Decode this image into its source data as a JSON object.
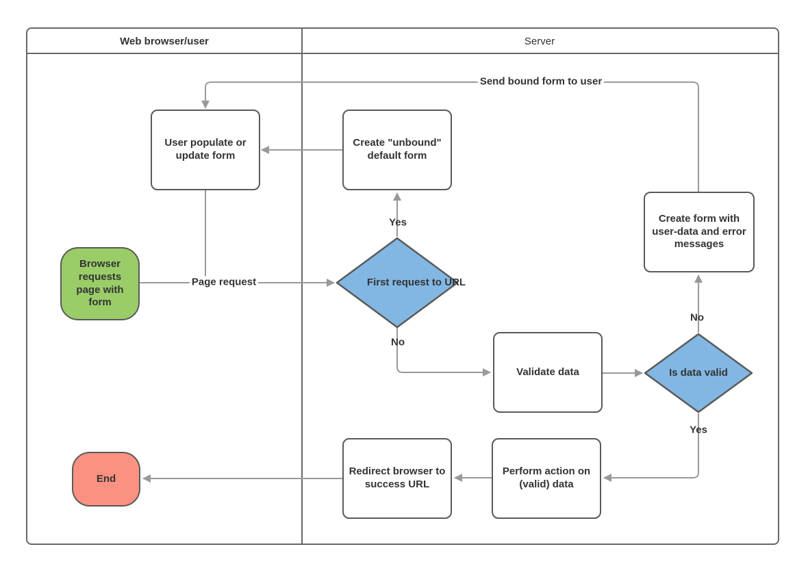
{
  "lanes": {
    "browser": "Web browser/user",
    "server": "Server"
  },
  "nodes": {
    "browser_requests": {
      "type": "terminator-start",
      "label": "Browser requests page with form",
      "fill": "#9ACD68"
    },
    "user_populate": {
      "type": "process",
      "label": "User populate or update form",
      "fill": "#FFFFFF"
    },
    "create_unbound": {
      "type": "process",
      "label": "Create \"unbound\" default form",
      "fill": "#FFFFFF"
    },
    "first_request": {
      "type": "decision",
      "label": "First request to URL",
      "fill": "#83B7E3"
    },
    "validate_data": {
      "type": "process",
      "label": "Validate data",
      "fill": "#FFFFFF"
    },
    "is_data_valid": {
      "type": "decision",
      "label": "Is data valid",
      "fill": "#83B7E3"
    },
    "create_form": {
      "type": "process",
      "label": "Create form with user-data and error messages",
      "fill": "#FFFFFF"
    },
    "perform_action": {
      "type": "process",
      "label": "Perform action on (valid) data",
      "fill": "#FFFFFF"
    },
    "redirect_browser": {
      "type": "process",
      "label": "Redirect browser to success URL",
      "fill": "#FFFFFF"
    },
    "end": {
      "type": "terminator-end",
      "label": "End",
      "fill": "#FB9180"
    }
  },
  "edge_labels": {
    "page_request": "Page request",
    "send_bound_form": "Send bound form to user",
    "first_request_yes": "Yes",
    "first_request_no": "No",
    "is_valid_no": "No",
    "is_valid_yes": "Yes"
  },
  "colors": {
    "lane_border": "#666666",
    "node_border": "#595959",
    "connector": "#999999",
    "text": "#333333",
    "decision_fill": "#83B7E3",
    "start_fill": "#9ACD68",
    "end_fill": "#FB9180"
  }
}
